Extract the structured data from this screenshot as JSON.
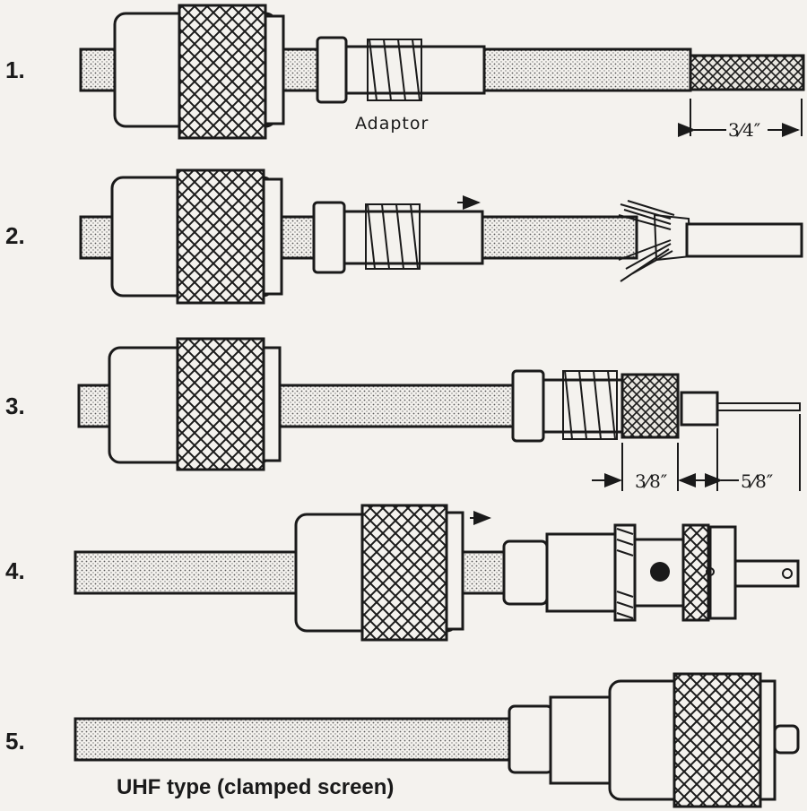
{
  "steps": [
    {
      "number": "1."
    },
    {
      "number": "2."
    },
    {
      "number": "3."
    },
    {
      "number": "4."
    },
    {
      "number": "5."
    }
  ],
  "labels": {
    "adaptor": "Adaptor",
    "caption": "UHF type (clamped screen)"
  },
  "dimensions": {
    "step1_braid": "3⁄4″",
    "step3_braid": "3⁄8″",
    "step3_conductor": "5⁄8″"
  },
  "colors": {
    "ink": "#1a1a1a",
    "paper": "#f4f2ee",
    "cable_fill": "#d8d6d0"
  }
}
